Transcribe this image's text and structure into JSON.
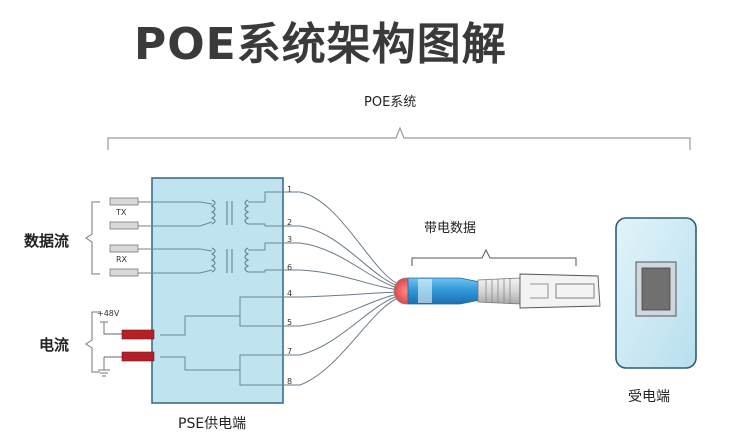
{
  "title": "POE系统架构图解",
  "labels": {
    "poe_system": "POE系统",
    "data_stream": "数据流",
    "power": "电流",
    "pse": "PSE供电端",
    "powered_data": "带电数据",
    "pd": "受电端",
    "tx": "TX",
    "rx": "RX",
    "voltage": "+48V"
  },
  "pins": [
    "1",
    "2",
    "3",
    "6",
    "4",
    "5",
    "7",
    "8"
  ],
  "colors": {
    "pse_fill": "#bfe3ef",
    "cable_blue": "#2f95d8",
    "plug_red": "#d83a3a",
    "resistor_red": "#b32028",
    "pd_fill": "#cfe9f3"
  }
}
